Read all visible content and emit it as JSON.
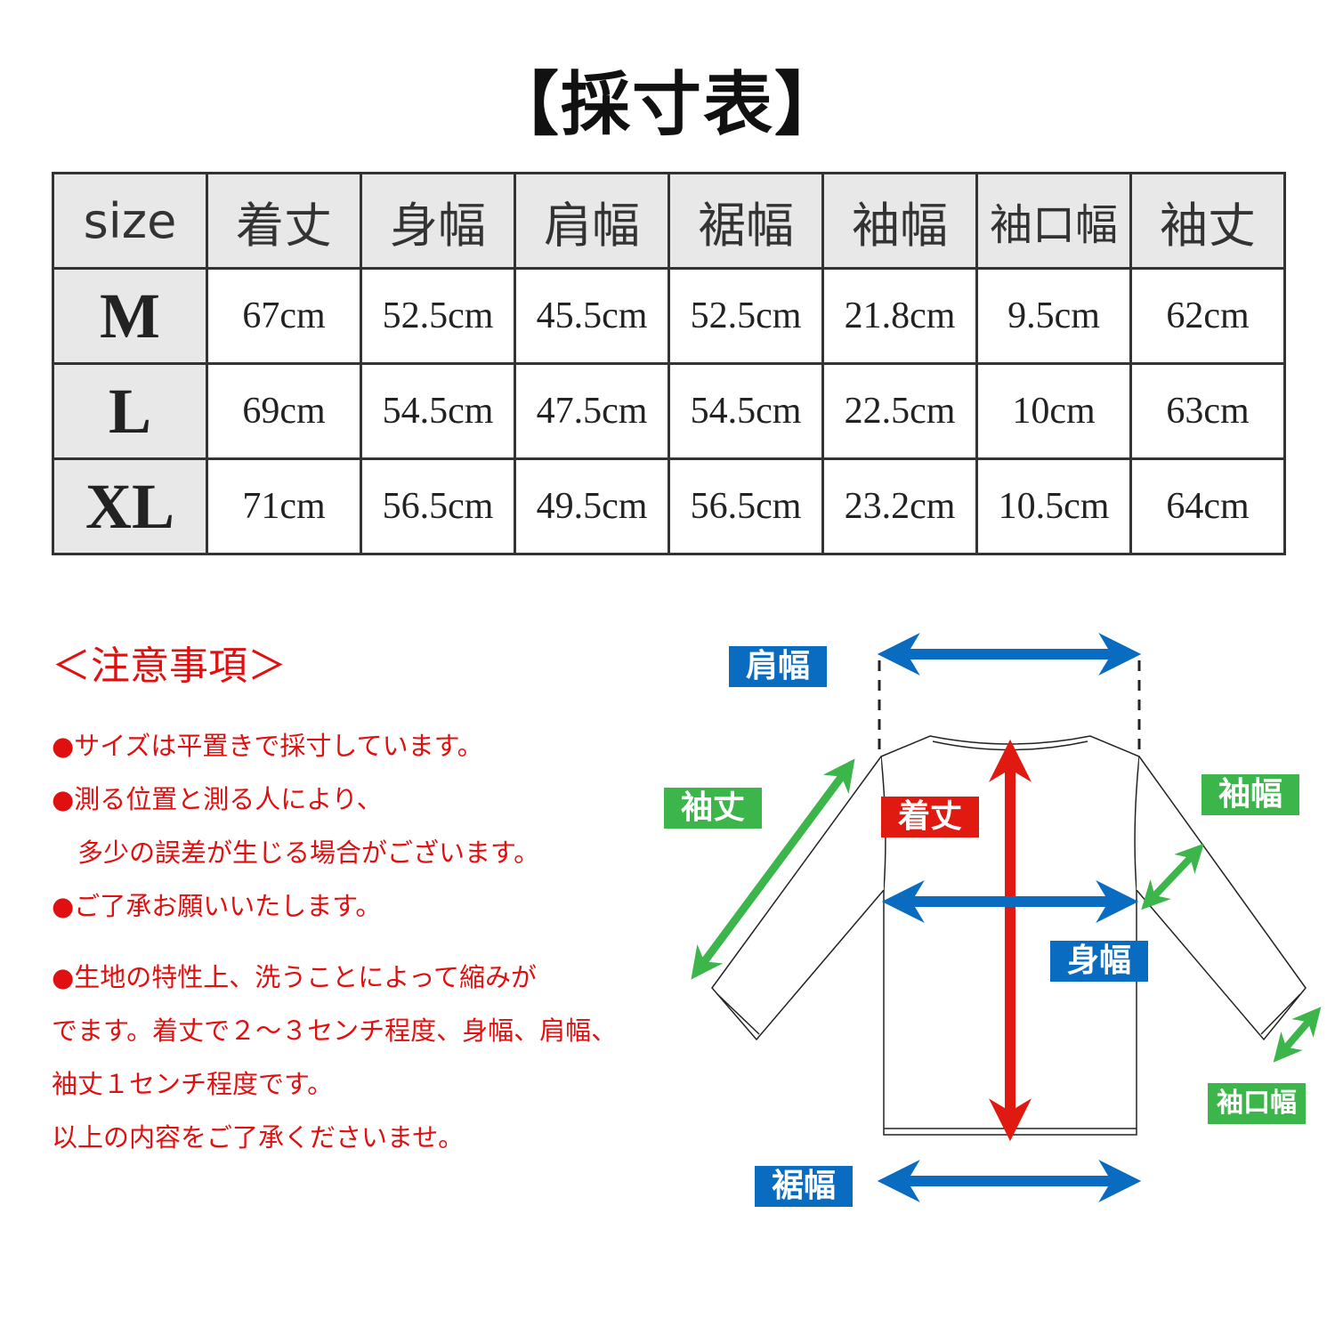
{
  "title": "【採寸表】",
  "table": {
    "headers": [
      "size",
      "着丈",
      "身幅",
      "肩幅",
      "裾幅",
      "袖幅",
      "袖口幅",
      "袖丈"
    ],
    "rows": [
      {
        "size": "M",
        "values": [
          "67cm",
          "52.5cm",
          "45.5cm",
          "52.5cm",
          "21.8cm",
          "9.5cm",
          "62cm"
        ]
      },
      {
        "size": "L",
        "values": [
          "69cm",
          "54.5cm",
          "47.5cm",
          "54.5cm",
          "22.5cm",
          "10cm",
          "63cm"
        ]
      },
      {
        "size": "XL",
        "values": [
          "71cm",
          "56.5cm",
          "49.5cm",
          "56.5cm",
          "23.2cm",
          "10.5cm",
          "64cm"
        ]
      }
    ]
  },
  "notes": {
    "heading": "＜注意事項＞",
    "lines": [
      "●サイズは平置きで採寸しています。",
      "●測る位置と測る人により、",
      "　多少の誤差が生じる場合がございます。",
      "●ご了承お願いいたします。",
      "●生地の特性上、洗うことによって縮みが",
      "でます。着丈で２～３センチ程度、身幅、肩幅、",
      "袖丈１センチ程度です。",
      "以上の内容をご了承くださいませ。"
    ]
  },
  "diagram": {
    "labels": {
      "shoulder": "肩幅",
      "sleeve_length": "袖丈",
      "length": "着丈",
      "sleeve_width": "袖幅",
      "body_width": "身幅",
      "cuff_width": "袖口幅",
      "hem_width": "裾幅"
    },
    "colors": {
      "blue": "#0a6cc0",
      "green": "#3cb54a",
      "red": "#e01a10"
    }
  }
}
